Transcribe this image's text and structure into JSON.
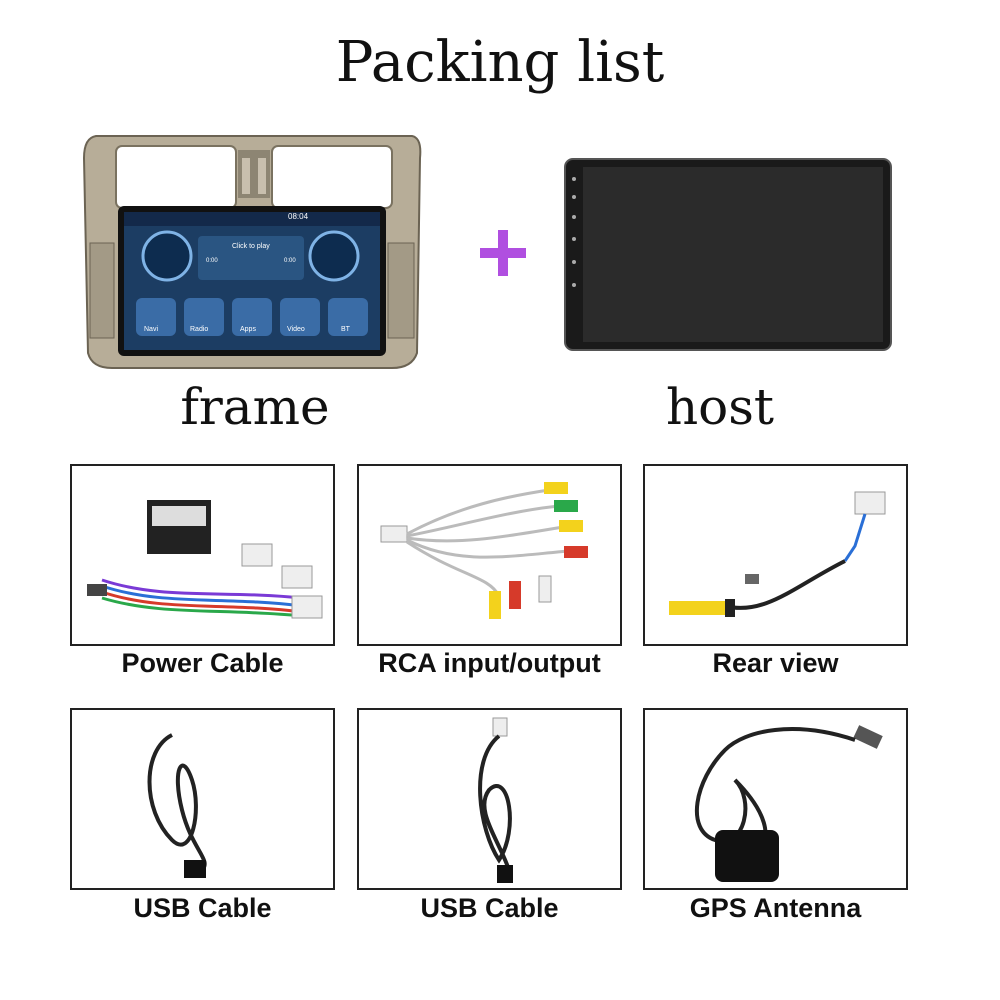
{
  "title": "Packing list",
  "top_items": [
    {
      "label": "frame"
    },
    {
      "label": "host"
    }
  ],
  "frame_screen": {
    "time": "08:04",
    "click_to_play": "Click to play",
    "time_start": "0:00",
    "time_end": "0:00",
    "apps": [
      "Navi",
      "Radio",
      "Apps",
      "Video",
      "BT"
    ]
  },
  "plus_color": "#b04fe0",
  "accessories": [
    {
      "label": "Power Cable"
    },
    {
      "label": "RCA input/output"
    },
    {
      "label": "Rear view"
    },
    {
      "label": "USB Cable"
    },
    {
      "label": "USB Cable"
    },
    {
      "label": "GPS Antenna"
    }
  ]
}
